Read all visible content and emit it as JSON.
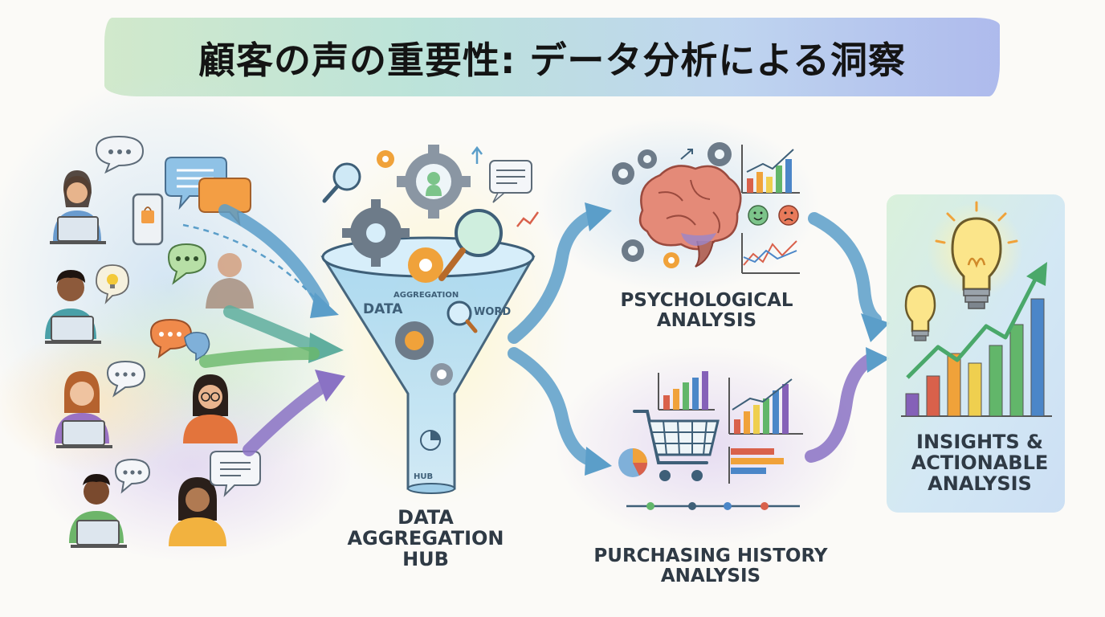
{
  "title": "顧客の声の重要性: データ分析による洞察",
  "nodes": {
    "hub": {
      "label": "DATA\nAGGREGATION\nHUB",
      "funnel_text": [
        "DATA",
        "WORD",
        "AGGREGATION",
        "HUB"
      ]
    },
    "psychological": {
      "label": "PSYCHOLOGICAL\nANALYSIS"
    },
    "purchasing": {
      "label": "PURCHASING HISTORY\nANALYSIS"
    },
    "insights": {
      "label": "INSIGHTS &\nACTIONABLE\nANALYSIS"
    }
  },
  "colors": {
    "arrow_blue": "#5b9ec9",
    "arrow_teal": "#5fae9e",
    "arrow_green": "#6ab86a",
    "arrow_purple": "#8a72c4",
    "bar_red": "#d9614b",
    "bar_orange": "#f0a23a",
    "bar_yellow": "#efcf4f",
    "bar_green": "#62b66a",
    "bar_blue": "#4b86c8",
    "bar_purple": "#8561b8"
  },
  "icons": [
    "person-icon",
    "laptop-icon",
    "chat-bubble-icon",
    "smartphone-icon",
    "shopping-bag-icon",
    "lightbulb-icon",
    "gear-icon",
    "magnifier-icon",
    "funnel-icon",
    "brain-icon",
    "smiley-icon",
    "sad-face-icon",
    "line-chart-icon",
    "bar-chart-icon",
    "shopping-cart-icon",
    "pie-chart-icon",
    "timeline-icon",
    "trend-arrow-icon"
  ]
}
